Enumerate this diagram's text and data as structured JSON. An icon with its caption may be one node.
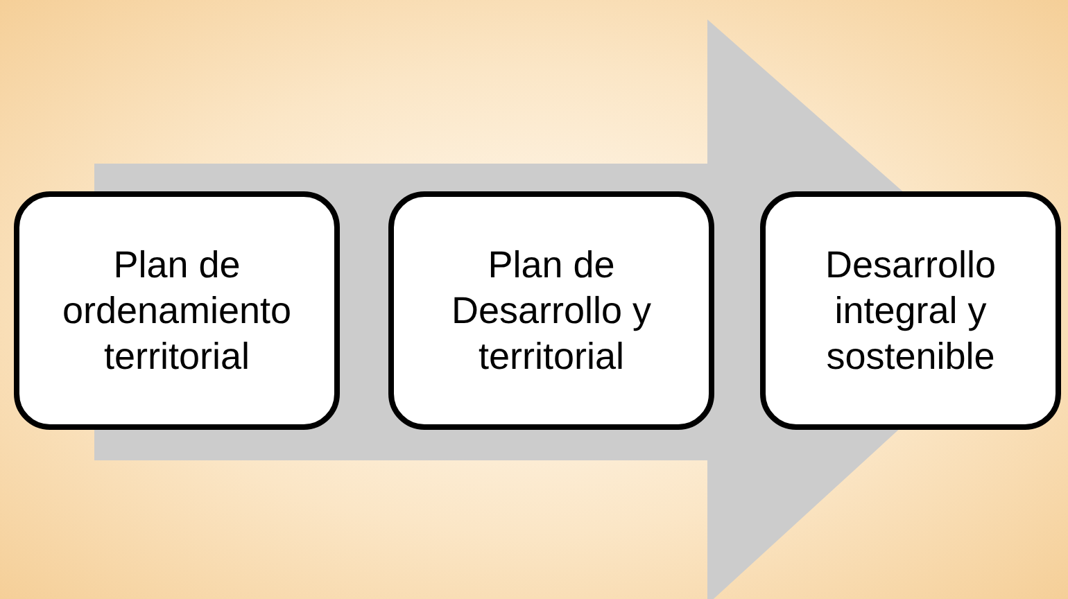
{
  "diagram": {
    "nodes": [
      {
        "text": [
          "Plan de ordenamiento territorial"
        ]
      },
      {
        "text": [
          "Plan de Desarrollo y territorial"
        ]
      },
      {
        "text": [
          "Desarrollo integral y sostenible"
        ]
      }
    ],
    "edges": [
      {
        "from": 0,
        "to": 2,
        "arrow": "to",
        "style": "thick"
      }
    ]
  }
}
